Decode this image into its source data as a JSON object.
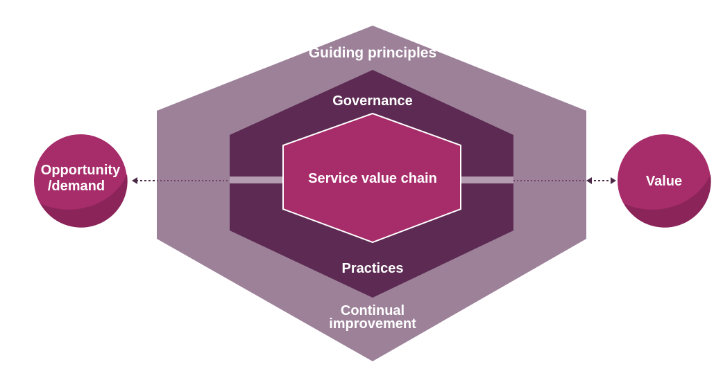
{
  "diagram": {
    "outer_hexagon": {
      "label": "Guiding principles",
      "bottom_label_line1": "Continual",
      "bottom_label_line2": "improvement"
    },
    "middle_hexagon": {
      "top_label": "Governance",
      "bottom_label": "Practices"
    },
    "inner_hexagon": {
      "label": "Service value chain"
    },
    "left_circle": {
      "line1": "Opportunity",
      "line2": "/demand"
    },
    "right_circle": {
      "label": "Value"
    }
  },
  "colors": {
    "outer": "#9c8199",
    "middle": "#5c2a52",
    "inner": "#a72c6a",
    "circle": "#a72c6a",
    "circle_shade": "#8a2459",
    "connector": "#4a2a46",
    "band": "#b49cb1"
  }
}
